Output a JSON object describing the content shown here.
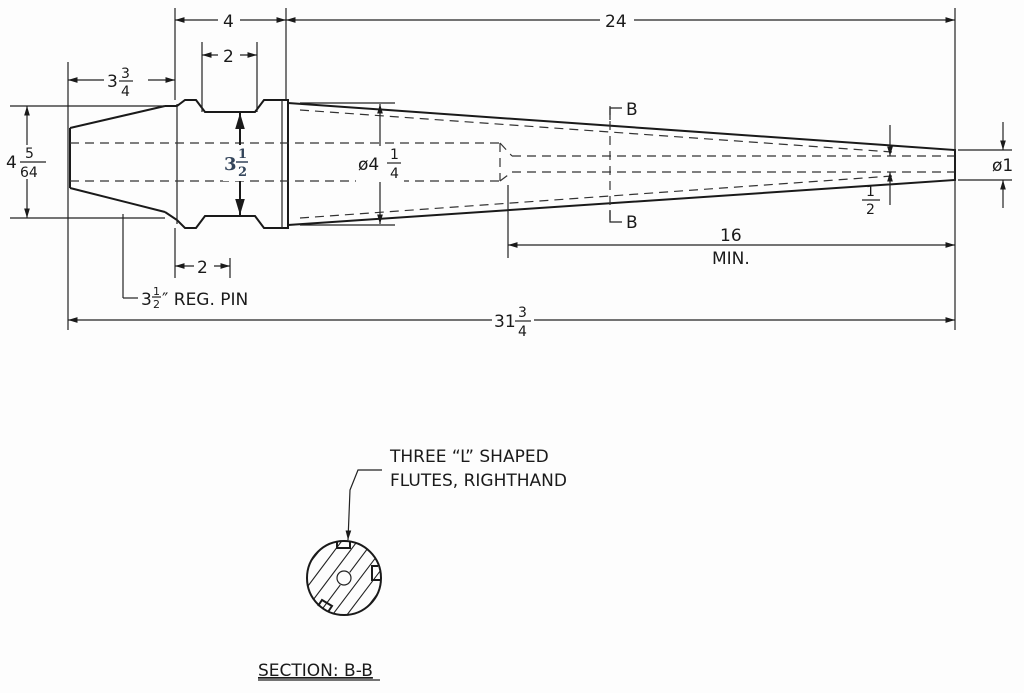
{
  "dims": {
    "top_4": "4",
    "top_24": "24",
    "top_2": "2",
    "left_3_whole": "3",
    "left_3_num": "3",
    "left_3_den": "4",
    "left_4_whole": "4",
    "left_4_num": "5",
    "left_4_den": "64",
    "collar_whole": "3",
    "collar_num": "1",
    "collar_den": "2",
    "body_prefix": "ø4",
    "body_num": "1",
    "body_den": "4",
    "tip": "ø1",
    "bore_num": "1",
    "bore_den": "2",
    "bottom_2": "2",
    "min_len_value": "16",
    "min_len_label": "MIN.",
    "overall_whole": "31",
    "overall_num": "3",
    "overall_den": "4"
  },
  "callouts": {
    "pin_whole": "3",
    "pin_num": "1",
    "pin_den": "2",
    "pin_suffix": "″ REG. PIN",
    "section_b_top": "B",
    "section_b_bottom": "B",
    "flutes_line1": "THREE “L” SHAPED",
    "flutes_line2": "FLUTES, RIGHTHAND",
    "section_title": "SECTION: B-B"
  }
}
